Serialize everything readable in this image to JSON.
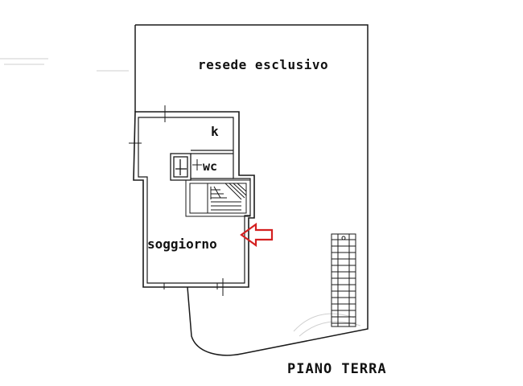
{
  "plan": {
    "level_title": "PIANO TERRA",
    "rooms": {
      "outdoor_area": "resede esclusivo",
      "kitchen": "k",
      "bathroom": "wc",
      "living_room": "soggiorno"
    }
  },
  "colors": {
    "walls": "#1a1a1a",
    "faint_lines": "#b8b8b8",
    "arrow": "#d42020",
    "background": "#ffffff"
  },
  "icons": {
    "entrance_marker": "arrow-left-icon"
  }
}
